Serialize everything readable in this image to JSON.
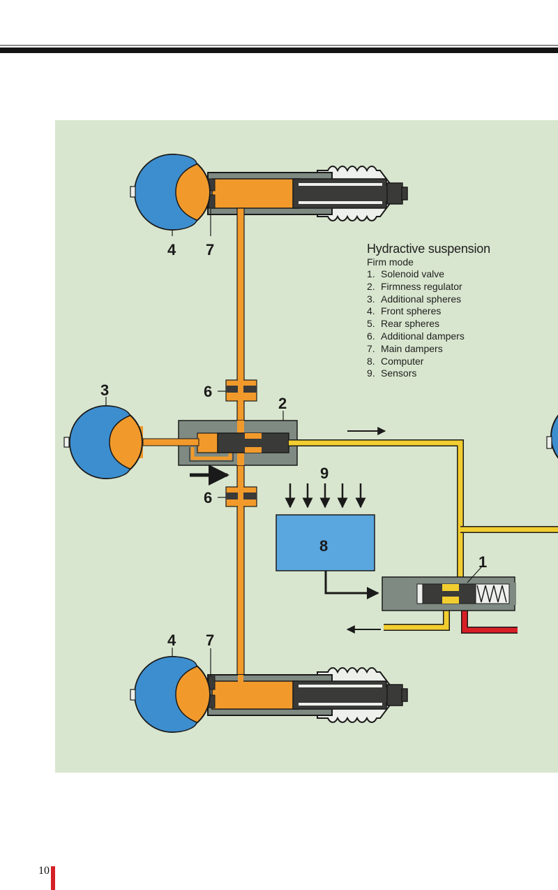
{
  "page": {
    "number": "10",
    "accent_color": "#d62027"
  },
  "legend": {
    "title": "Hydractive suspension",
    "subtitle": "Firm mode",
    "items": [
      {
        "num": "1.",
        "label": "Solenoid valve"
      },
      {
        "num": "2.",
        "label": "Firmness regulator"
      },
      {
        "num": "3.",
        "label": "Additional spheres"
      },
      {
        "num": "4.",
        "label": "Front spheres"
      },
      {
        "num": "5.",
        "label": "Rear spheres"
      },
      {
        "num": "6.",
        "label": "Additional dampers"
      },
      {
        "num": "7.",
        "label": "Main dampers"
      },
      {
        "num": "8.",
        "label": "Computer"
      },
      {
        "num": "9.",
        "label": "Sensors"
      }
    ]
  },
  "diagram": {
    "labels": {
      "front_sphere_top": "4",
      "main_damper_top": "7",
      "additional_sphere": "3",
      "additional_damper_upper": "6",
      "firmness_regulator": "2",
      "sensors": "9",
      "computer": "8",
      "additional_damper_lower": "6",
      "solenoid_valve": "1",
      "front_sphere_bottom": "4",
      "main_damper_bottom": "7"
    },
    "colors": {
      "background": "#d9e6cf",
      "sphere_gas": "#3d8ecf",
      "fluid": "#f19a2b",
      "cylinder": "#7f8a82",
      "piston": "#3a3a38",
      "boot": "#eef0ec",
      "pressure_line": "#f2cd2f",
      "return_line": "#d81f26",
      "computer": "#5aa6df"
    }
  }
}
